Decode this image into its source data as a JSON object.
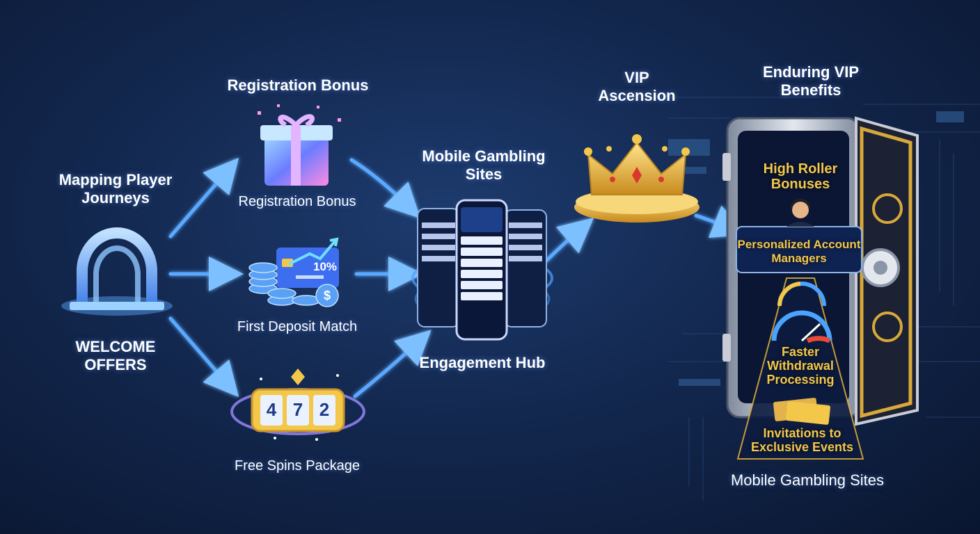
{
  "start": {
    "title": "Mapping Player Journeys",
    "subtitle": "WELCOME OFFERS"
  },
  "welcome": {
    "heading": "Registration Bonus",
    "registration_label": "Registration Bonus",
    "deposit_label": "First Deposit Match",
    "deposit_badge": "10%",
    "spins_label": "Free Spins Package",
    "slot_digits": [
      "4",
      "7",
      "2"
    ]
  },
  "hub": {
    "top_label": "Mobile Gambling Sites",
    "bottom_label": "Engagement Hub"
  },
  "vip": {
    "label": "VIP Ascension"
  },
  "benefits": {
    "heading": "Enduring VIP Benefits",
    "items": [
      "High Roller Bonuses",
      "Personalized Account Managers",
      "Faster Withdrawal Processing",
      "Invitations to Exclusive Events"
    ],
    "footer": "Mobile Gambling Sites"
  },
  "colors": {
    "arrow": "#5aa9ff",
    "gold": "#f3c74a",
    "background": "#13284f"
  }
}
